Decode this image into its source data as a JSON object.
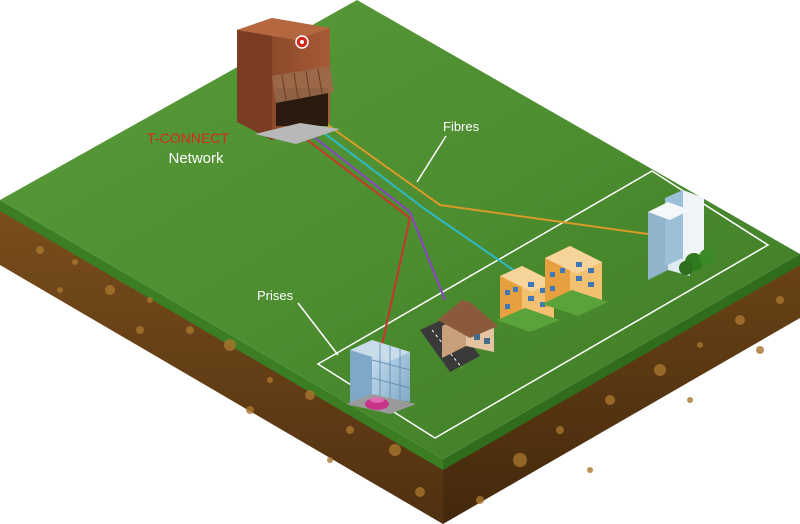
{
  "brand": {
    "name": "T-CONNECT",
    "subtitle": "Network"
  },
  "labels": {
    "fibres": "Fibres",
    "prises": "Prises"
  },
  "colors": {
    "grass": "#4c8e30",
    "soil": "#6b4318",
    "fibre_orange": "#d99a2a",
    "fibre_cyan": "#2fb8c8",
    "fibre_purple": "#8a43c8",
    "fibre_red": "#c8352a",
    "brand_red": "#d42a1e"
  },
  "icons": [
    "network-hub-building-icon",
    "office-tower-icon",
    "apartment-block-icon",
    "house-with-road-icon",
    "glass-office-icon",
    "car-icon",
    "tree-icon"
  ]
}
